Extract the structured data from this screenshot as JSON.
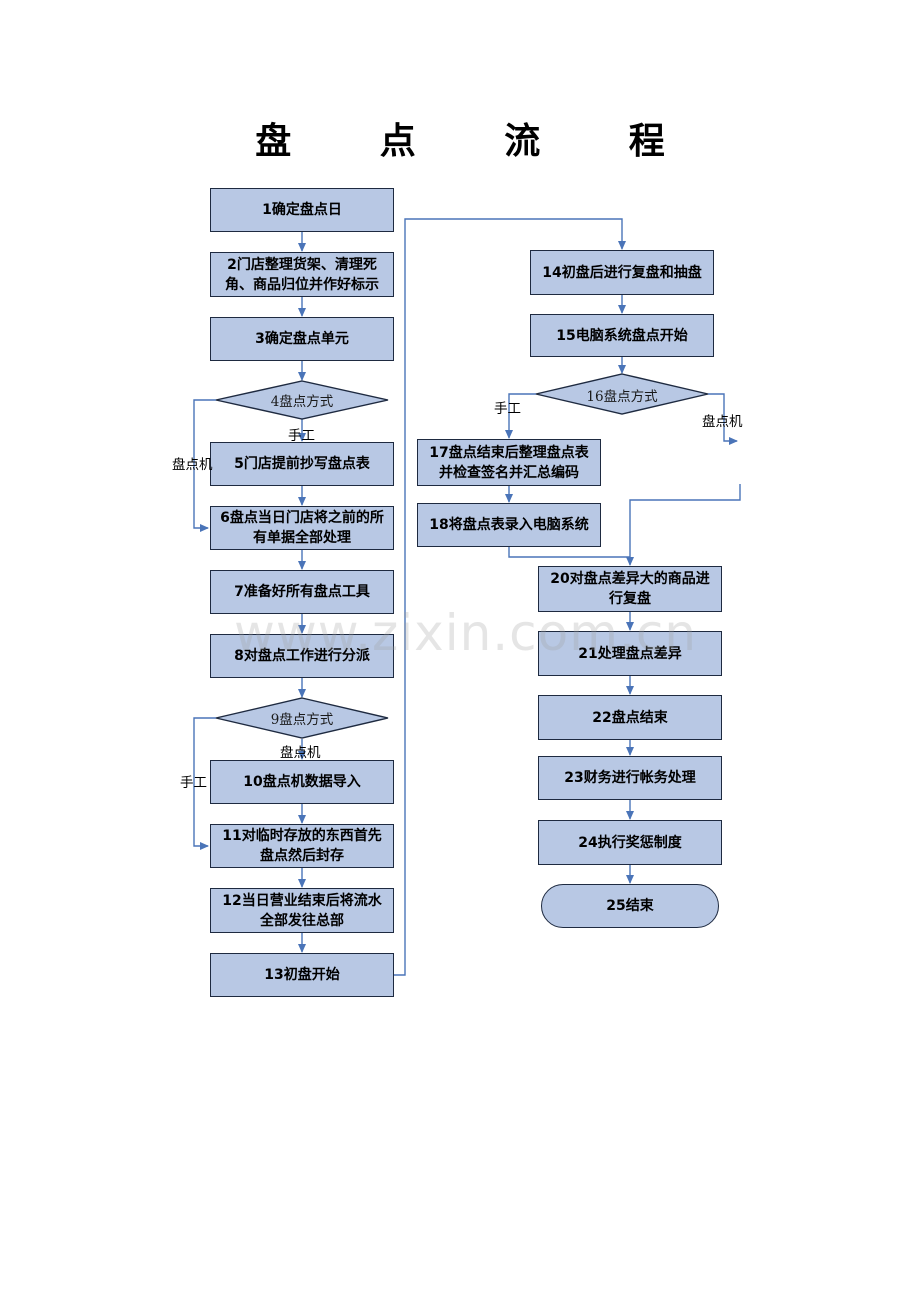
{
  "title": "盘 点 流 程",
  "watermark": "www.zixin.com.cn",
  "colors": {
    "box_fill": "#b8c8e4",
    "box_border": "#1e2a40",
    "connector": "#4a74b8"
  },
  "steps": {
    "s1": "1确定盘点日",
    "s2": "2门店整理货架、清理死\n角、商品归位并作好标示",
    "s3": "3确定盘点单元",
    "s4": "4盘点方式",
    "s5": "5门店提前抄写盘点表",
    "s6": "6盘点当日门店将之前的所\n有单据全部处理",
    "s7": "7准备好所有盘点工具",
    "s8": "8对盘点工作进行分派",
    "s9": "9盘点方式",
    "s10": "10盘点机数据导入",
    "s11": "11对临时存放的东西首先\n盘点然后封存",
    "s12": "12当日营业结束后将流水\n全部发往总部",
    "s13": "13初盘开始",
    "s14": "14初盘后进行复盘和抽盘",
    "s15": "15电脑系统盘点开始",
    "s16": "16盘点方式",
    "s17": "17盘点结束后整理盘点表\n并检查签名并汇总编码",
    "s18": "18将盘点表录入电脑系统",
    "s20": "20对盘点差异大的商品进\n行复盘",
    "s21": "21处理盘点差异",
    "s22": "22盘点结束",
    "s23": "23财务进行帐务处理",
    "s24": "24执行奖惩制度",
    "s25": "25结束"
  },
  "labels": {
    "d4_manual": "手工",
    "d4_scanner": "盘点机",
    "d9_scanner": "盘点机",
    "d9_manual": "手工",
    "d16_manual": "手工",
    "d16_scanner": "盘点机"
  }
}
